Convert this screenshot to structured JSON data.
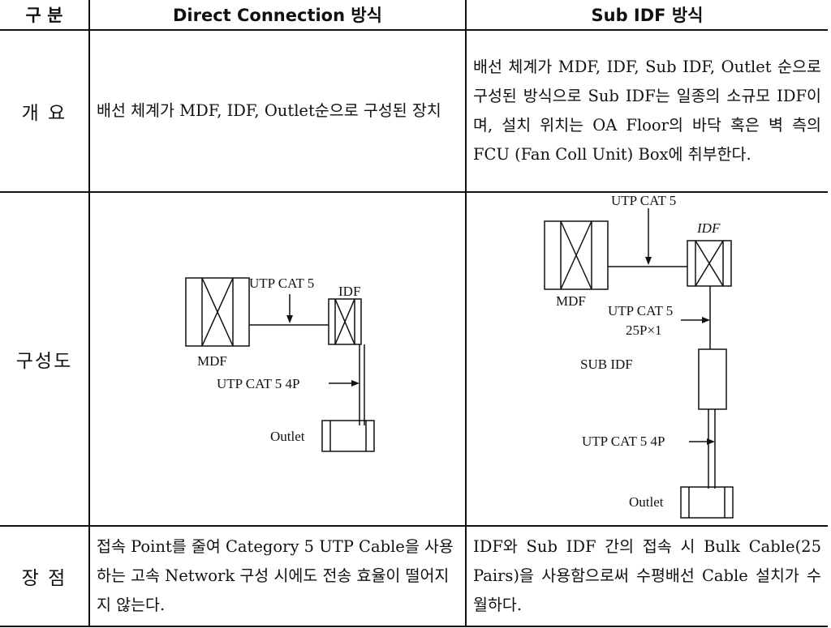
{
  "header": {
    "col1": "구 분",
    "col2": "Direct Connection 방식",
    "col3": "Sub IDF 방식"
  },
  "rows": {
    "overview": {
      "label": "개 요",
      "direct": "배선 체계가 MDF, IDF, Outlet순으로 구성된 장치",
      "subidf": "배선 체계가 MDF, IDF, Sub IDF, Outlet 순으로 구성된 방식으로 Sub IDF는 일종의 소규모 IDF이며, 설치 위치는 OA Floor의 바닥 혹은 벽 측의 FCU (Fan Coll Unit) Box에 취부한다."
    },
    "diagram": {
      "label": "구성도",
      "direct": {
        "mdf": "MDF",
        "idf": "IDF",
        "cable_top": "UTP CAT 5",
        "cable_bottom": "UTP CAT 5 4P",
        "outlet": "Outlet"
      },
      "subidf": {
        "mdf": "MDF",
        "idf": "IDF",
        "cable_top": "UTP CAT 5",
        "cable_mid": "UTP CAT 5",
        "cable_mid_sub": "25P×1",
        "sub_idf": "SUB IDF",
        "cable_bottom": "UTP CAT 5 4P",
        "outlet": "Outlet"
      }
    },
    "advantage": {
      "label": "장 점",
      "direct": "접속 Point를 줄여 Category 5 UTP Cable을 사용하는 고속 Network 구성 시에도 전송 효율이 떨어지지 않는다.",
      "subidf": "IDF와 Sub IDF 간의 접속 시 Bulk Cable(25 Pairs)을 사용함으로써 수평배선 Cable 설치가 수월하다."
    }
  }
}
